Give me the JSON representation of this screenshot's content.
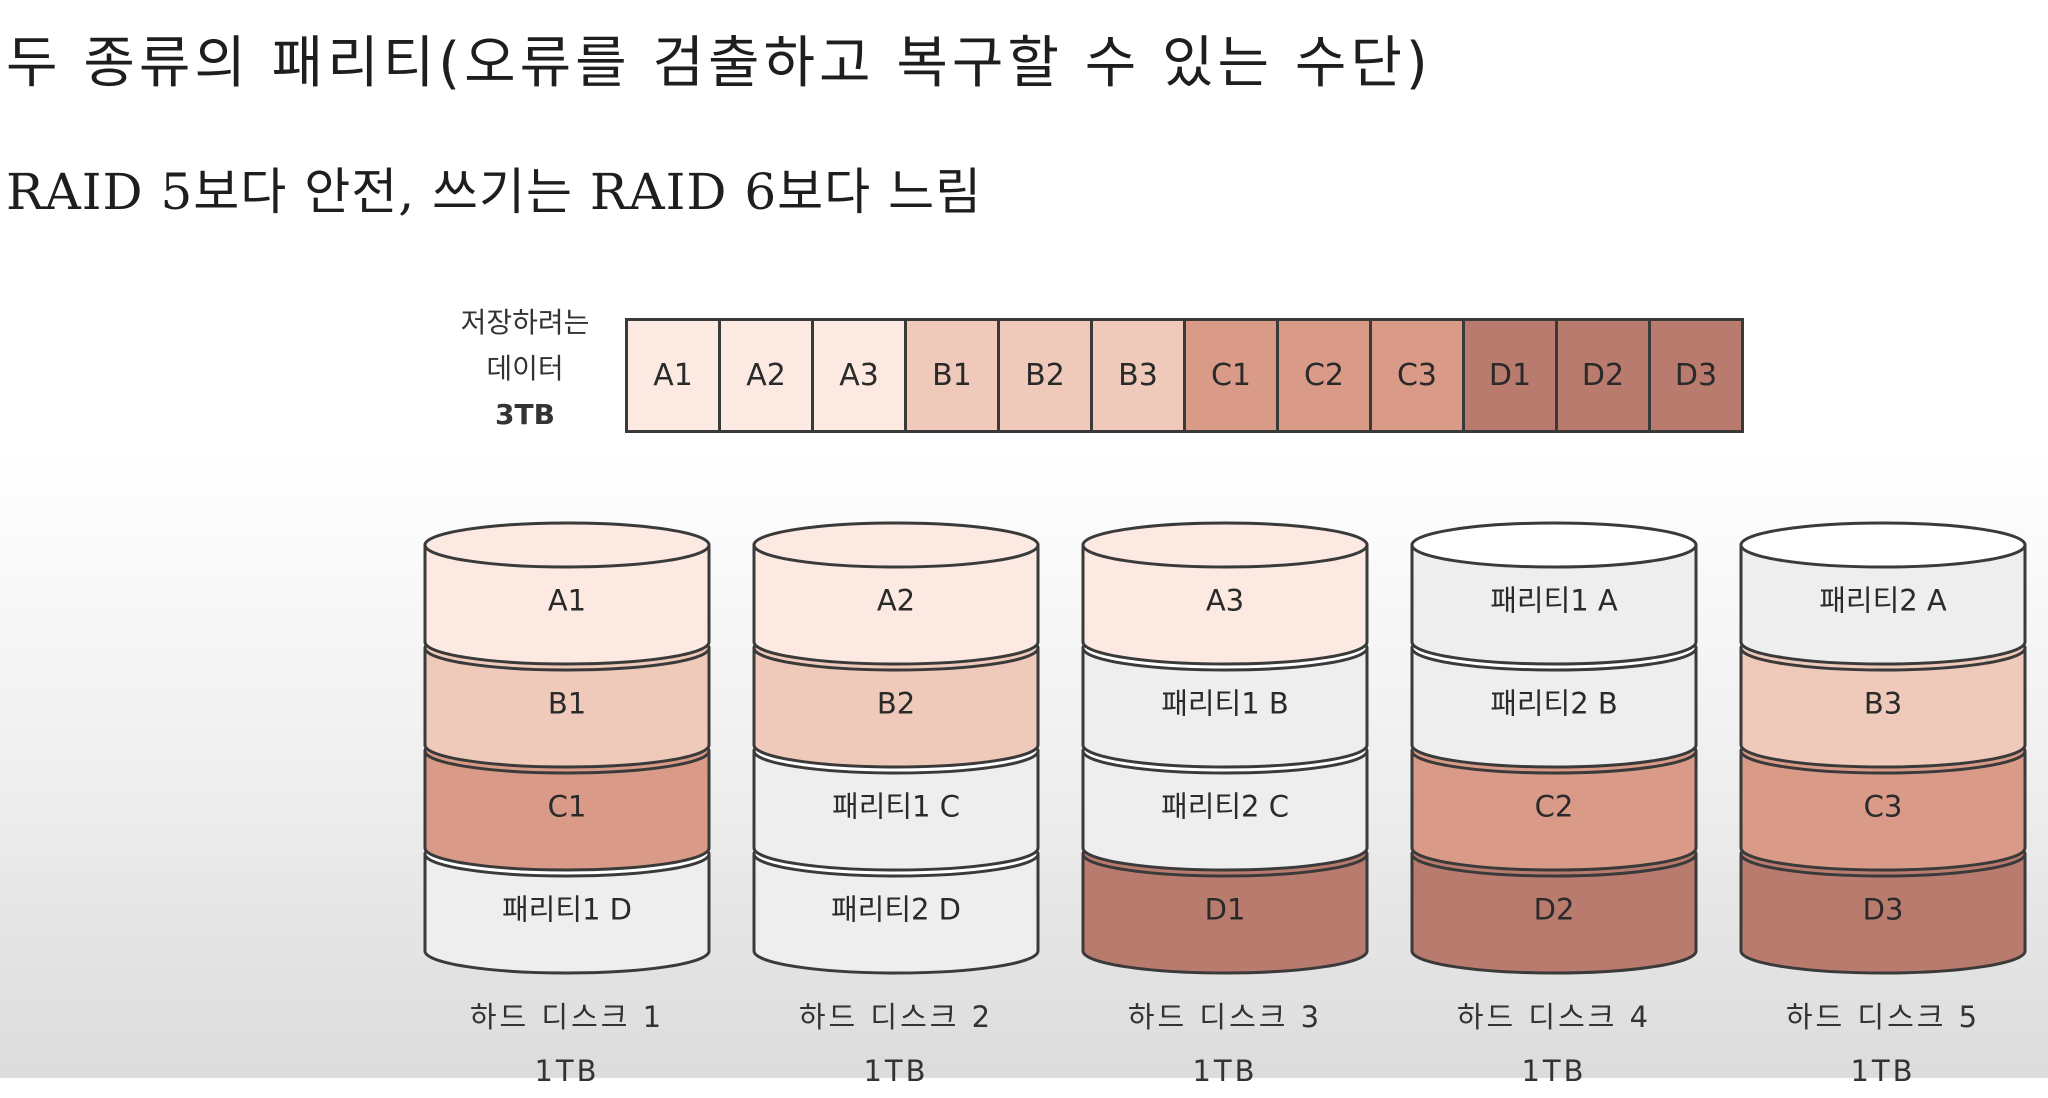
{
  "title": "두 종류의 패리티(오류를 검출하고 복구할 수 있는 수단)",
  "subtitle": "RAID 5보다 안전, 쓰기는 RAID 6보다 느림",
  "data_label": {
    "line1": "저장하려는",
    "line2": "데이터",
    "size": "3TB"
  },
  "colors": {
    "A": "#fbe9e2",
    "B": "#efc9b9",
    "C": "#d99a88",
    "D": "#b97b6e",
    "parity": "#eeeeee",
    "parity_top": "#ffffff",
    "outline": "#3a3a3a"
  },
  "data_blocks": [
    {
      "label": "A1",
      "group": "A"
    },
    {
      "label": "A2",
      "group": "A"
    },
    {
      "label": "A3",
      "group": "A"
    },
    {
      "label": "B1",
      "group": "B"
    },
    {
      "label": "B2",
      "group": "B"
    },
    {
      "label": "B3",
      "group": "B"
    },
    {
      "label": "C1",
      "group": "C"
    },
    {
      "label": "C2",
      "group": "C"
    },
    {
      "label": "C3",
      "group": "C"
    },
    {
      "label": "D1",
      "group": "D"
    },
    {
      "label": "D2",
      "group": "D"
    },
    {
      "label": "D3",
      "group": "D"
    }
  ],
  "disks": [
    {
      "name": "하드 디스크 1",
      "capacity": "1TB",
      "segments": [
        {
          "label": "A1",
          "group": "A"
        },
        {
          "label": "B1",
          "group": "B"
        },
        {
          "label": "C1",
          "group": "C"
        },
        {
          "label": "패리티1 D",
          "group": "parity"
        }
      ]
    },
    {
      "name": "하드 디스크 2",
      "capacity": "1TB",
      "segments": [
        {
          "label": "A2",
          "group": "A"
        },
        {
          "label": "B2",
          "group": "B"
        },
        {
          "label": "패리티1 C",
          "group": "parity"
        },
        {
          "label": "패리티2 D",
          "group": "parity"
        }
      ]
    },
    {
      "name": "하드 디스크 3",
      "capacity": "1TB",
      "segments": [
        {
          "label": "A3",
          "group": "A"
        },
        {
          "label": "패리티1 B",
          "group": "parity"
        },
        {
          "label": "패리티2 C",
          "group": "parity"
        },
        {
          "label": "D1",
          "group": "D"
        }
      ]
    },
    {
      "name": "하드 디스크 4",
      "capacity": "1TB",
      "segments": [
        {
          "label": "패리티1 A",
          "group": "parity"
        },
        {
          "label": "패리티2 B",
          "group": "parity"
        },
        {
          "label": "C2",
          "group": "C"
        },
        {
          "label": "D2",
          "group": "D"
        }
      ]
    },
    {
      "name": "하드 디스크 5",
      "capacity": "1TB",
      "segments": [
        {
          "label": "패리티2 A",
          "group": "parity"
        },
        {
          "label": "B3",
          "group": "B"
        },
        {
          "label": "C3",
          "group": "C"
        },
        {
          "label": "D3",
          "group": "D"
        }
      ]
    }
  ]
}
